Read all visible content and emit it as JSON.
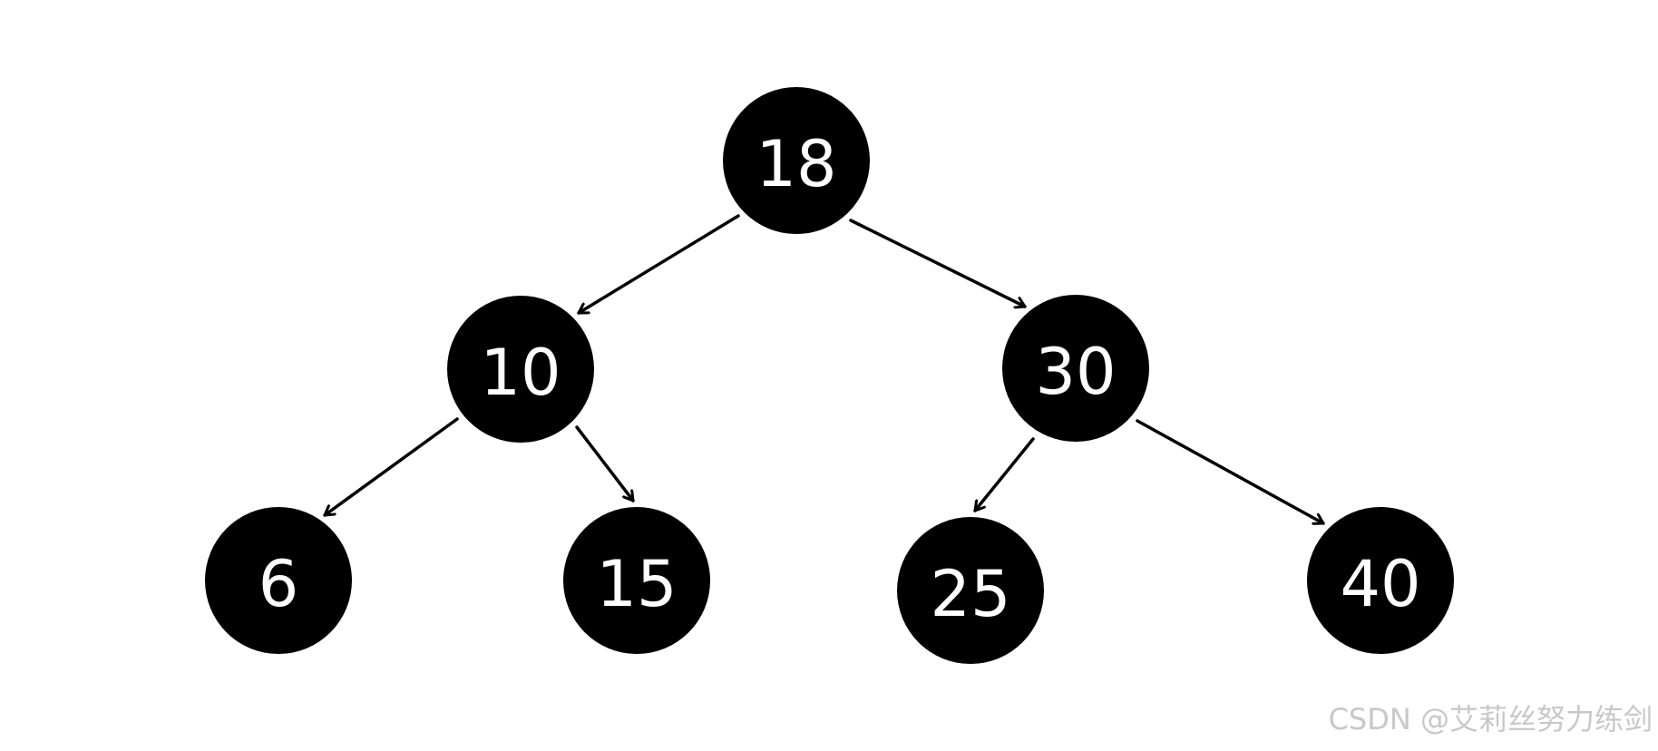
{
  "tree": {
    "nodes": {
      "root": "18",
      "left": "10",
      "right": "30",
      "left_left": "6",
      "left_right": "15",
      "right_left": "25",
      "right_right": "40"
    },
    "edges": [
      [
        "root",
        "left"
      ],
      [
        "root",
        "right"
      ],
      [
        "left",
        "left_left"
      ],
      [
        "left",
        "left_right"
      ],
      [
        "right",
        "right_left"
      ],
      [
        "right",
        "right_right"
      ]
    ],
    "colors": {
      "node_fill": "#000000",
      "node_text": "#ffffff",
      "edge": "#000000"
    }
  },
  "watermark": "CSDN @艾莉丝努力练剑"
}
